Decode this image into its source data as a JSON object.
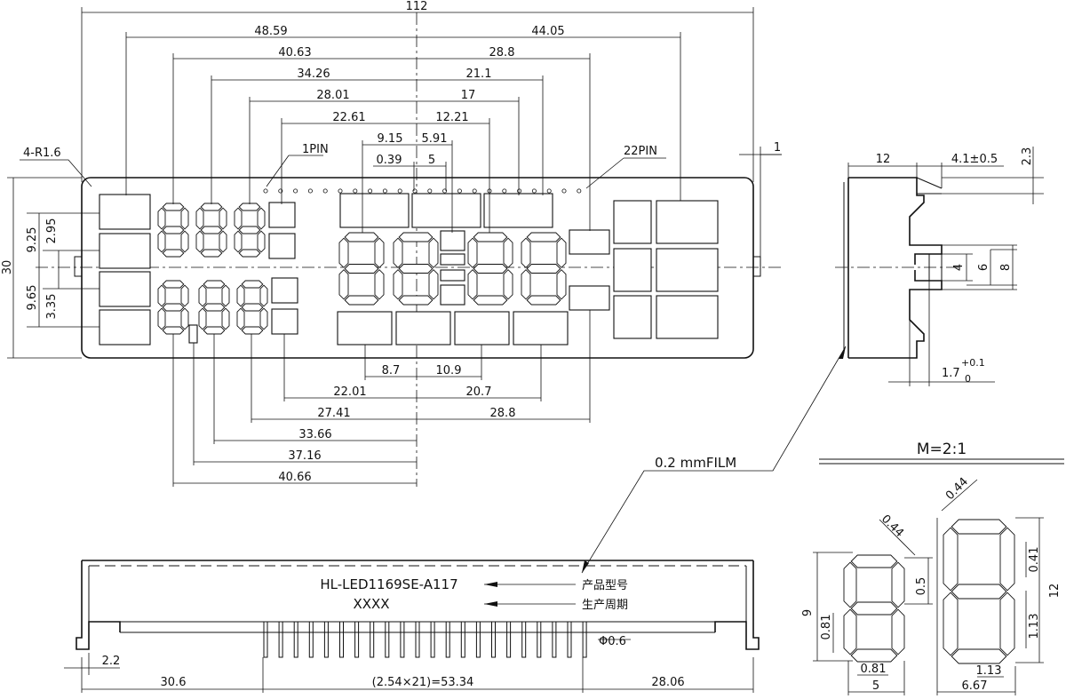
{
  "front_view": {
    "dims_top": [
      "112",
      "48.59",
      "44.05",
      "40.63",
      "28.8",
      "34.26",
      "21.1",
      "28.01",
      "17",
      "22.61",
      "12.21",
      "9.15",
      "5.91",
      "0.39",
      "5"
    ],
    "pin_first": "1PIN",
    "pin_last": "22PIN",
    "corner_radius": "4-R1.6",
    "dims_left": [
      "30",
      "9.25",
      "2.95",
      "9.65",
      "3.35"
    ],
    "dim_right": "1",
    "dims_bottom": [
      "8.7",
      "10.9",
      "22.01",
      "20.7",
      "27.41",
      "28.8",
      "33.66",
      "37.16",
      "40.66"
    ]
  },
  "side_view": {
    "dims": [
      "12",
      "4.1±0.5",
      "2.3",
      "4",
      "6",
      "8"
    ],
    "tolerance": {
      "base": "1.7",
      "upper": "+0.1",
      "lower": "0"
    }
  },
  "film_note": "0.2 mmFILM",
  "scale": "M=2:1",
  "bottom_view": {
    "model_text": "HL-LED1169SE-A117",
    "date_text": "XXXX",
    "model_label_cn": "产品型号",
    "date_label_cn": "生产周期",
    "pin_dia": "Φ0.6",
    "dim_left_edge": "2.2",
    "dims": [
      "30.6",
      "(2.54×21)=53.34",
      "28.06"
    ]
  },
  "digit_detail": {
    "small": {
      "stroke": "0.44",
      "gap": "0.5",
      "height": "9",
      "seg_left": "0.81",
      "seg_bottom": "0.81",
      "width": "5"
    },
    "large": {
      "stroke": "0.44",
      "seg_top": "0.41",
      "height": "12",
      "seg_right": "1.13",
      "seg_bottom": "1.13",
      "width": "6.67"
    }
  }
}
